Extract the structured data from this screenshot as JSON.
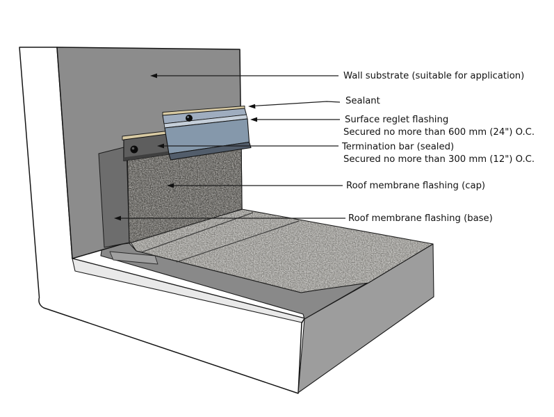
{
  "labels": {
    "wall_substrate": "Wall substrate (suitable for application)",
    "sealant": "Sealant",
    "surface_reglet_line1": "Surface reglet flashing",
    "surface_reglet_line2": "Secured no more than 600 mm (24\") O.C.",
    "termination_bar_line1": "Termination bar (sealed)",
    "termination_bar_line2": "Secured no more than 300 mm (12\") O.C.",
    "membrane_cap": "Roof membrane flashing (cap)",
    "membrane_base": "Roof membrane flashing (base)"
  },
  "colors": {
    "section_cut_white": "#ffffff",
    "wall_substrate": "#8c8c8c",
    "membrane_cap": "#95928b",
    "roof_deck": "#b8b6b0",
    "membrane_base_strip": "#6d6d6d",
    "membrane_run": "#898989",
    "lap_patch": "#a0a0a0",
    "slab_side": "#9d9d9d",
    "slab_ledge": "#e9e9e9",
    "reglet_main": "#8598ab",
    "reglet_top": "#9fadbf",
    "reglet_highlight": "#c5cfda",
    "reglet_lip": "#525d6b",
    "sealant_bead": "#d8caa3",
    "termination_bar": "#5e5e5e",
    "termination_bar_shadow": "#3f3f3f",
    "screw": "#0b0b0b",
    "outline": "#141414"
  }
}
